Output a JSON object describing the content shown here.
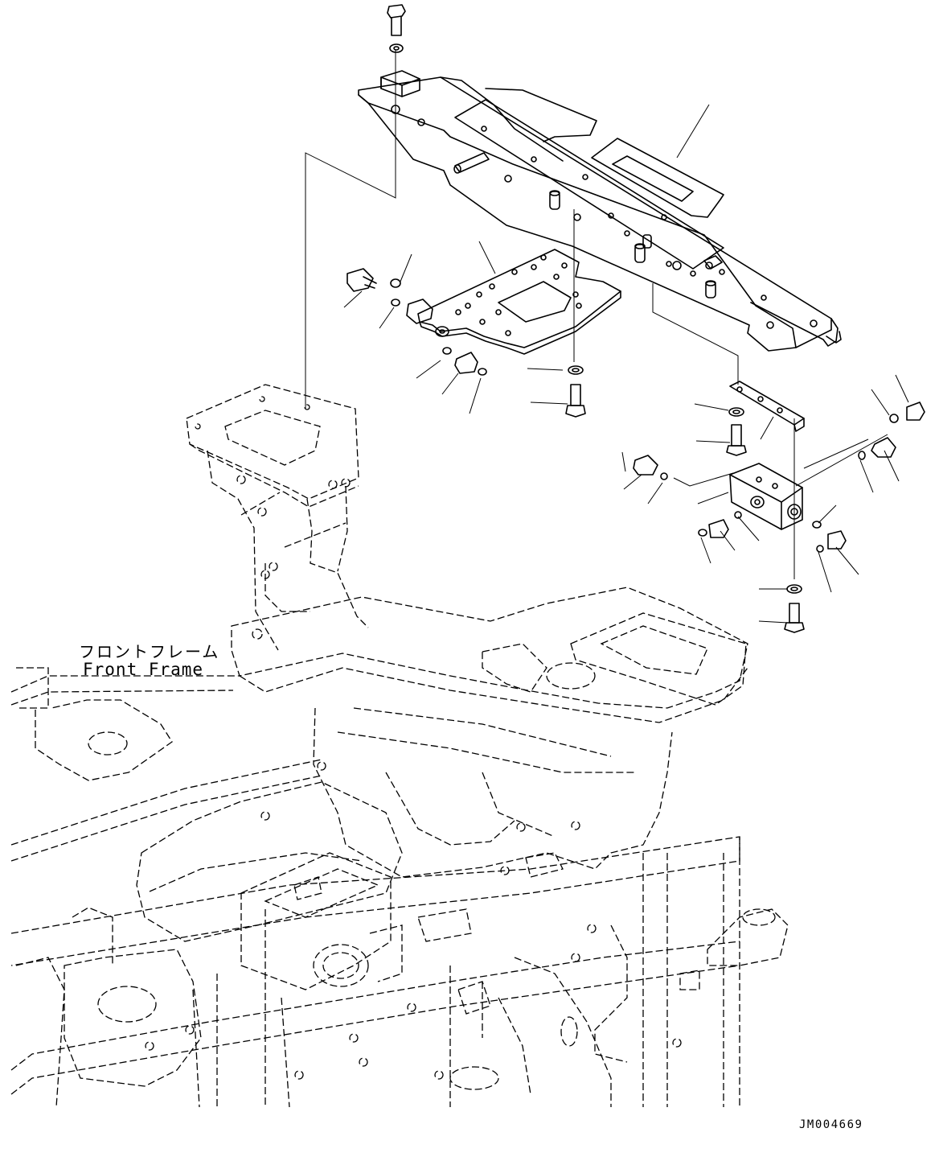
{
  "labels": {
    "front_frame_jp": "フロントフレーム",
    "front_frame_en": "Front Frame",
    "drawing_code": "JM004669"
  },
  "colors": {
    "line": "#000000",
    "background": "#ffffff"
  }
}
